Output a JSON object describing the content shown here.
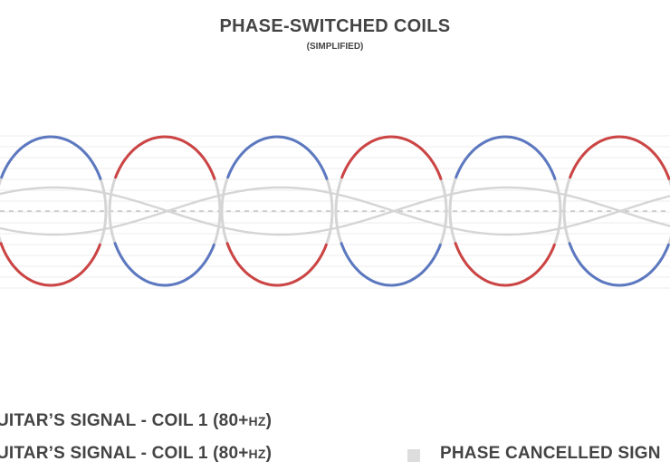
{
  "title": "PHASE-SWITCHED COILS",
  "subtitle": "(SIMPLIFIED)",
  "legend": {
    "coil1": {
      "label": "UITAR’S SIGNAL - COIL 1 (80+",
      "unit": "HZ",
      "close": ")"
    },
    "coil2": {
      "label": "UITAR’S SIGNAL - COIL 1 (80+",
      "unit": "HZ",
      "close": ")"
    },
    "cancelled": {
      "label": "PHASE CANCELLED SIGN"
    }
  },
  "colors": {
    "red": "#cc4444",
    "blue": "#5c78c0",
    "gray": "#d5d5d5",
    "grid": "#eeeeee",
    "text": "#444444"
  }
}
